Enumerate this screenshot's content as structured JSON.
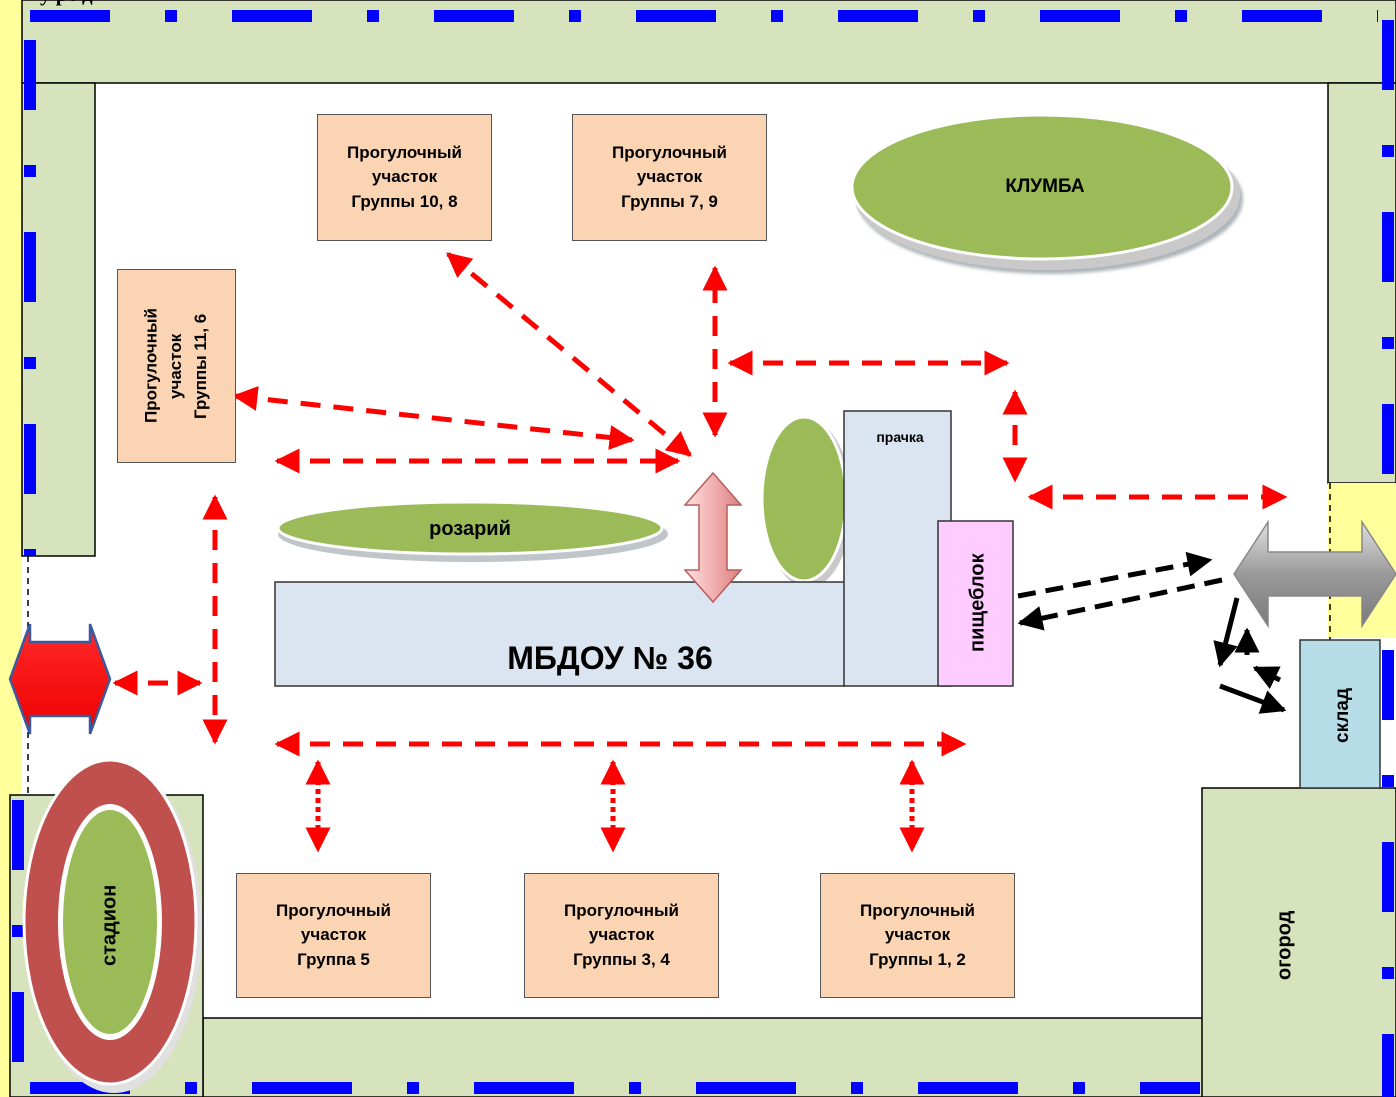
{
  "colors": {
    "page_bg": "#ffff9c",
    "green_strip": "#d6e3bc",
    "fence_blue": "#0000ff",
    "plot_fill": "#fbd4b4",
    "building_fill": "#dbe5f1",
    "flowerbed_green": "#9bbb59",
    "kitchen_pink": "#ffccff",
    "warehouse_blue": "#b6dde8",
    "route_red": "#ff0000",
    "stadium_red": "#c0504d"
  },
  "header": {
    "partial_text": "у ре д"
  },
  "plots": {
    "p_10_8": "Прогулочный\nучасток\nГруппы 10, 8",
    "p_7_9": "Прогулочный\nучасток\nГруппы 7, 9",
    "p_11_6": "Прогулочный\nучасток\nГруппы  11, 6",
    "p_5": "Прогулочный\nучасток\nГруппа 5",
    "p_3_4": "Прогулочный\nучасток\nГруппы 3, 4",
    "p_1_2": "Прогулочный\nучасток\nГруппы 1, 2"
  },
  "places": {
    "flowerbed": "КЛУМБА",
    "rosary": "розарий",
    "building": "МБДОУ  № 36",
    "laundry": "прачка",
    "kitchen": "пищеблок",
    "warehouse": "склад",
    "garden": "огород",
    "stadium": "стадион"
  },
  "icons": {
    "entrance_arrow": "red-double-arrow-icon",
    "supply_arrow": "gray-double-arrow-icon",
    "building_entry_arrow": "pink-vertical-double-arrow-icon"
  }
}
